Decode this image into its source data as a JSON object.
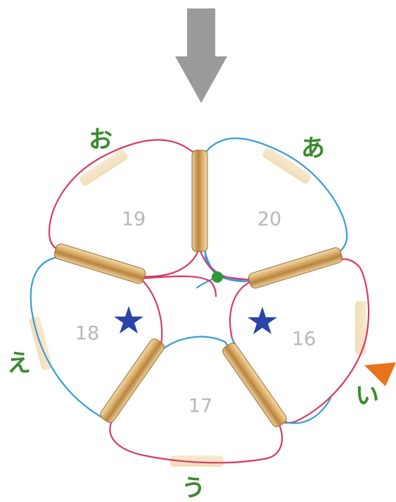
{
  "colors": {
    "arrow": "#9a9a9a",
    "thread_red": "#d83a66",
    "thread_blue": "#3a9ad8",
    "label_green": "#3a8a2c",
    "star": "#2a44a8",
    "bead_center": "#2e9a3a",
    "pointer": "#e8731c",
    "number_gray": "#b8b8b8"
  },
  "numbers": {
    "n16": "16",
    "n17": "17",
    "n18": "18",
    "n19": "19",
    "n20": "20"
  },
  "labels": {
    "a": "あ",
    "i": "い",
    "u": "う",
    "e": "え",
    "o": "お"
  },
  "icons": {
    "top": "down-arrow-icon",
    "stars": "star-icon",
    "pointer": "triangle-pointer-icon",
    "center": "bead-icon"
  }
}
